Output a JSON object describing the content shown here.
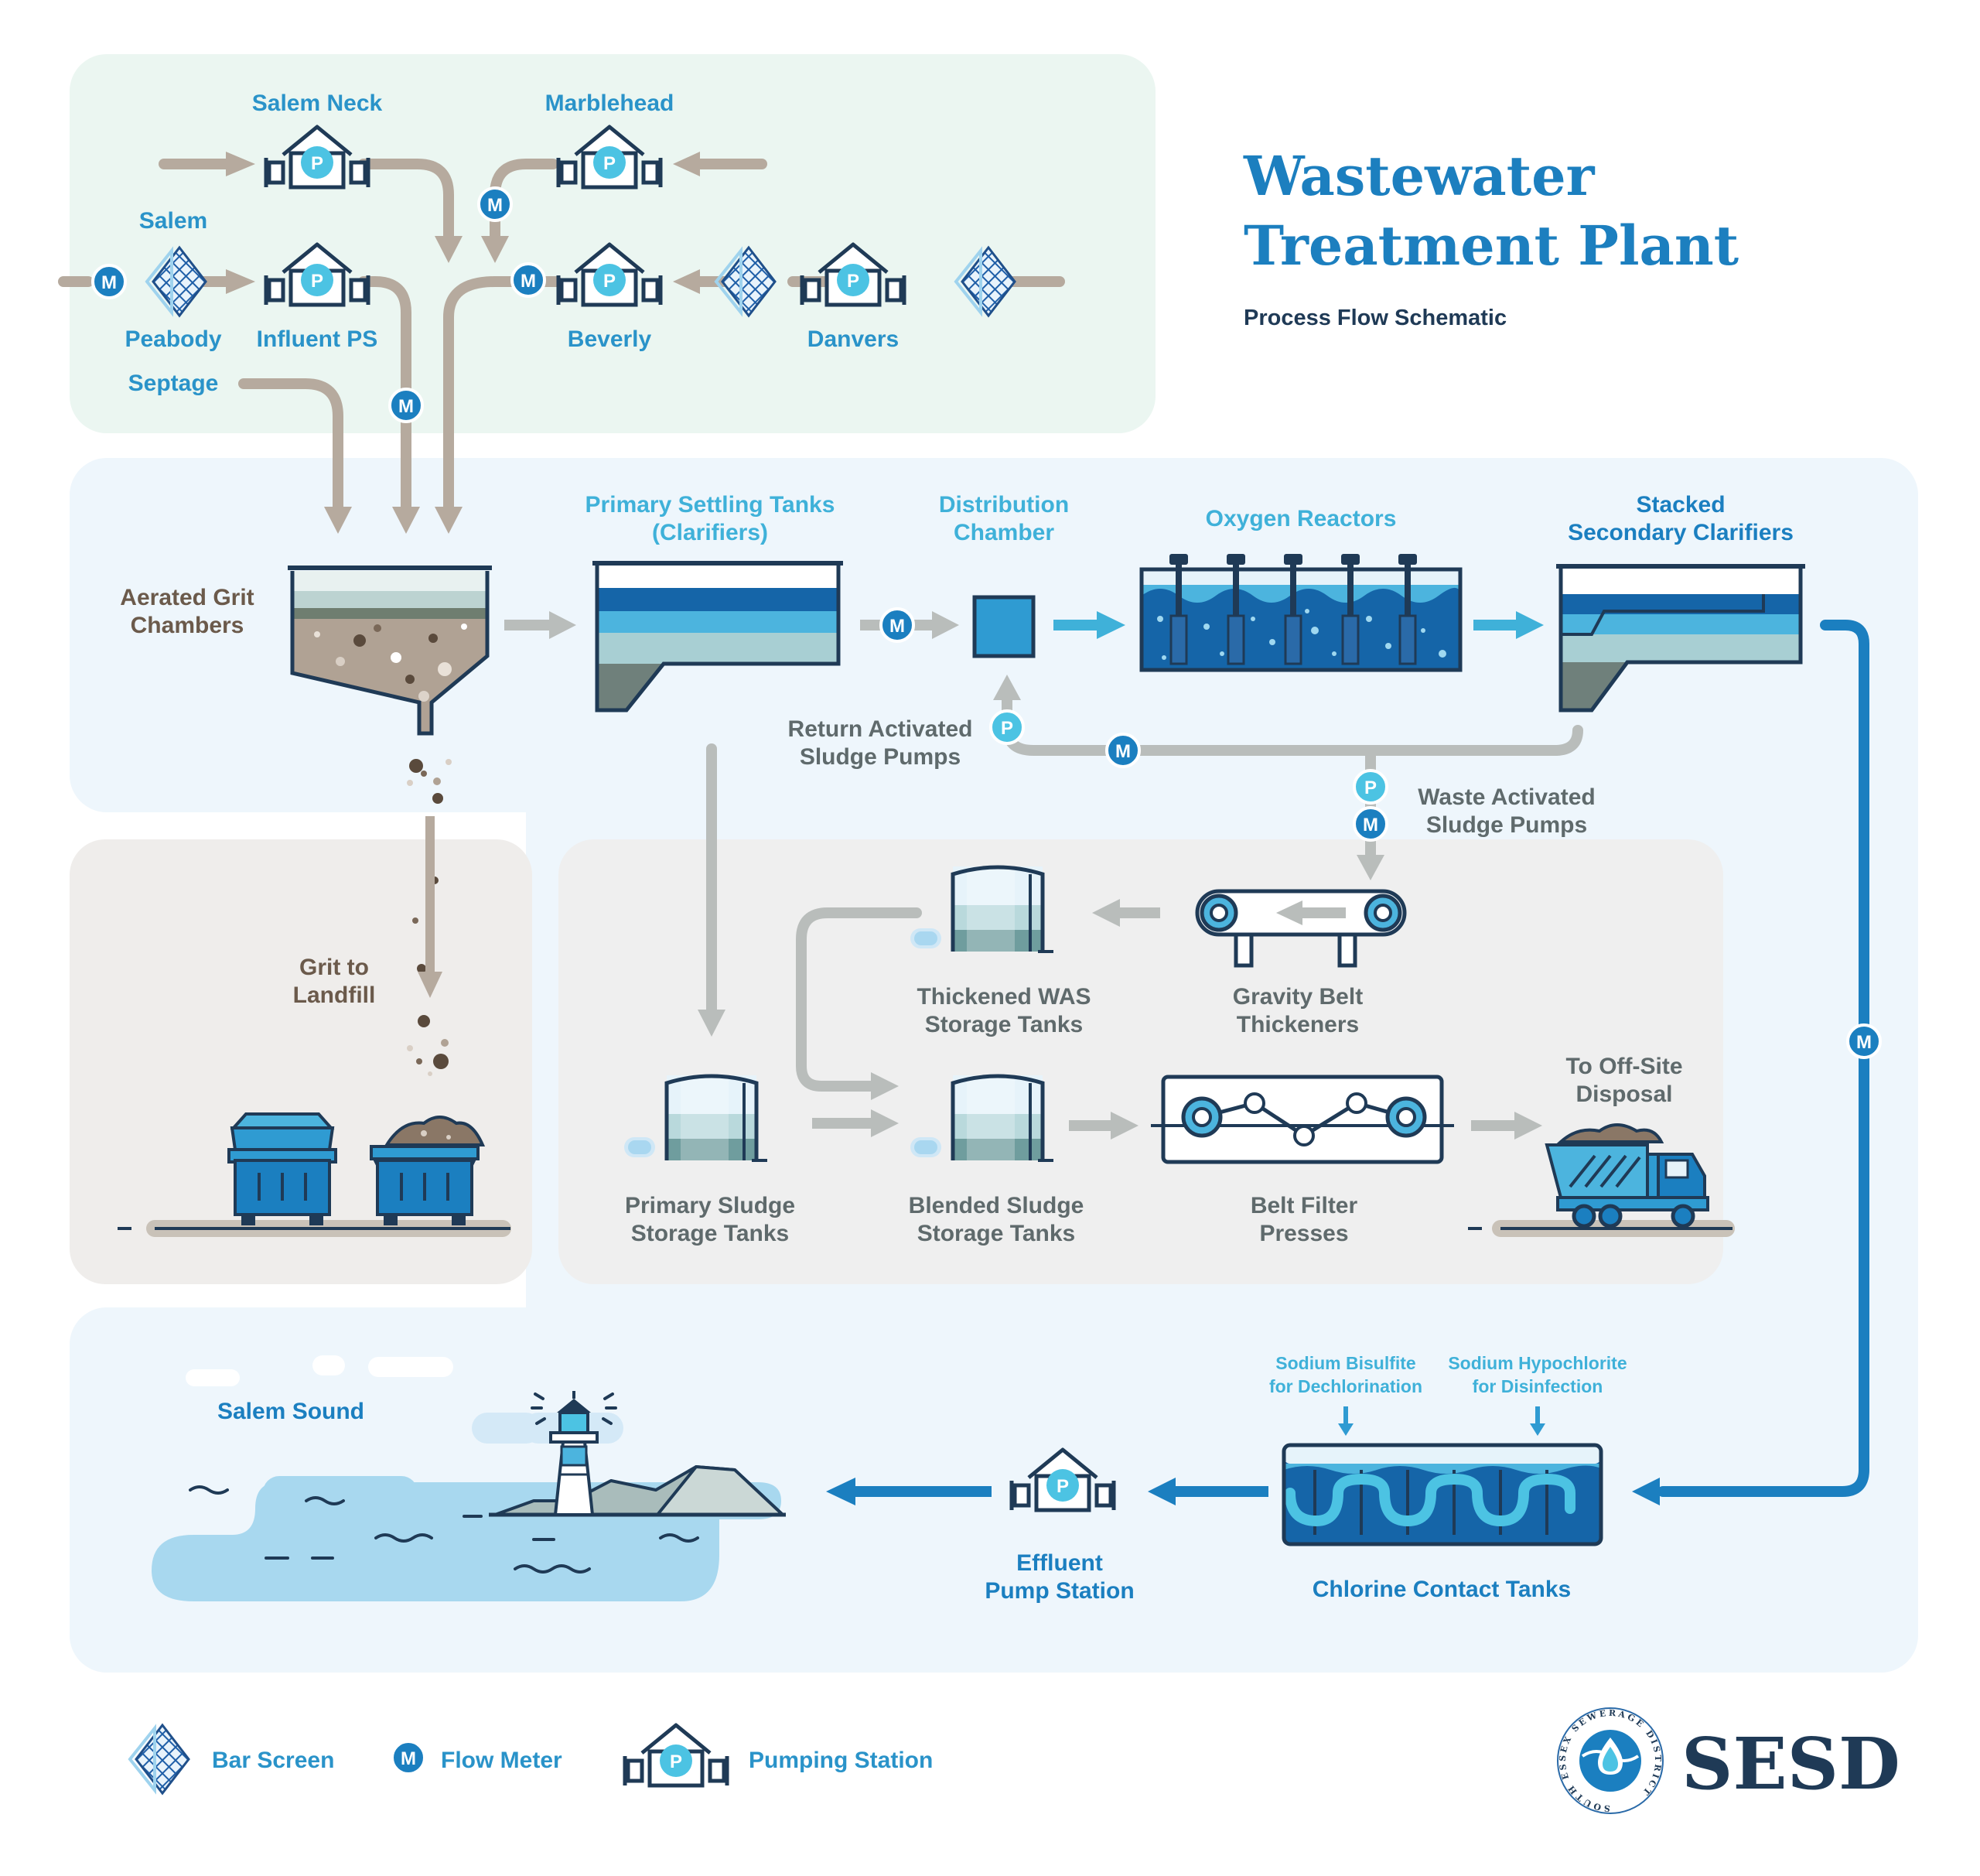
{
  "header": {
    "title_line1": "Wastewater",
    "title_line2": "Treatment Plant",
    "subtitle": "Process Flow Schematic"
  },
  "sources": {
    "salem_neck": "Salem Neck",
    "marblehead": "Marblehead",
    "salem": "Salem",
    "peabody": "Peabody",
    "influent_ps": "Influent PS",
    "beverly": "Beverly",
    "danvers": "Danvers",
    "septage": "Septage"
  },
  "process": {
    "grit_1": "Aerated Grit",
    "grit_2": "Chambers",
    "primary_1": "Primary Settling Tanks",
    "primary_2": "(Clarifiers)",
    "dist_1": "Distribution",
    "dist_2": "Chamber",
    "oxygen": "Oxygen Reactors",
    "secondary_1": "Stacked",
    "secondary_2": "Secondary Clarifiers",
    "ras_1": "Return Activated",
    "ras_2": "Sludge Pumps",
    "was_1": "Waste Activated",
    "was_2": "Sludge Pumps"
  },
  "solids": {
    "grit_landfill_1": "Grit to",
    "grit_landfill_2": "Landfill",
    "twas_1": "Thickened WAS",
    "twas_2": "Storage Tanks",
    "gbt_1": "Gravity Belt",
    "gbt_2": "Thickeners",
    "offsite_1": "To Off-Site",
    "offsite_2": "Disposal",
    "primary_sludge_1": "Primary Sludge",
    "primary_sludge_2": "Storage Tanks",
    "blended_1": "Blended Sludge",
    "blended_2": "Storage Tanks",
    "bfp_1": "Belt Filter",
    "bfp_2": "Presses"
  },
  "effluent": {
    "salem_sound": "Salem Sound",
    "bisulfite_1": "Sodium Bisulfite",
    "bisulfite_2": "for Dechlorination",
    "hypo_1": "Sodium Hypochlorite",
    "hypo_2": "for Disinfection",
    "pump_1": "Effluent",
    "pump_2": "Pump Station",
    "chlorine": "Chlorine Contact Tanks"
  },
  "symbols": {
    "pump_letter": "P",
    "meter_letter": "M"
  },
  "legend": {
    "bar_screen": "Bar Screen",
    "flow_meter": "Flow Meter",
    "pumping_station": "Pumping Station"
  },
  "logo": {
    "text": "SESD",
    "ring_text": "SOUTH ESSEX SEWERAGE DISTRICT"
  },
  "colors": {
    "navy": "#1f3a56",
    "blue": "#1b7fc0",
    "mid_blue": "#3fb1d9",
    "dark_blue": "#1565a8",
    "teal_text": "#2a93c9",
    "grey_arrow": "#b9bdbb",
    "brown_arrow": "#b6aa9e",
    "brown_text": "#6b5a4b",
    "grey_text": "#5f6a6c"
  }
}
